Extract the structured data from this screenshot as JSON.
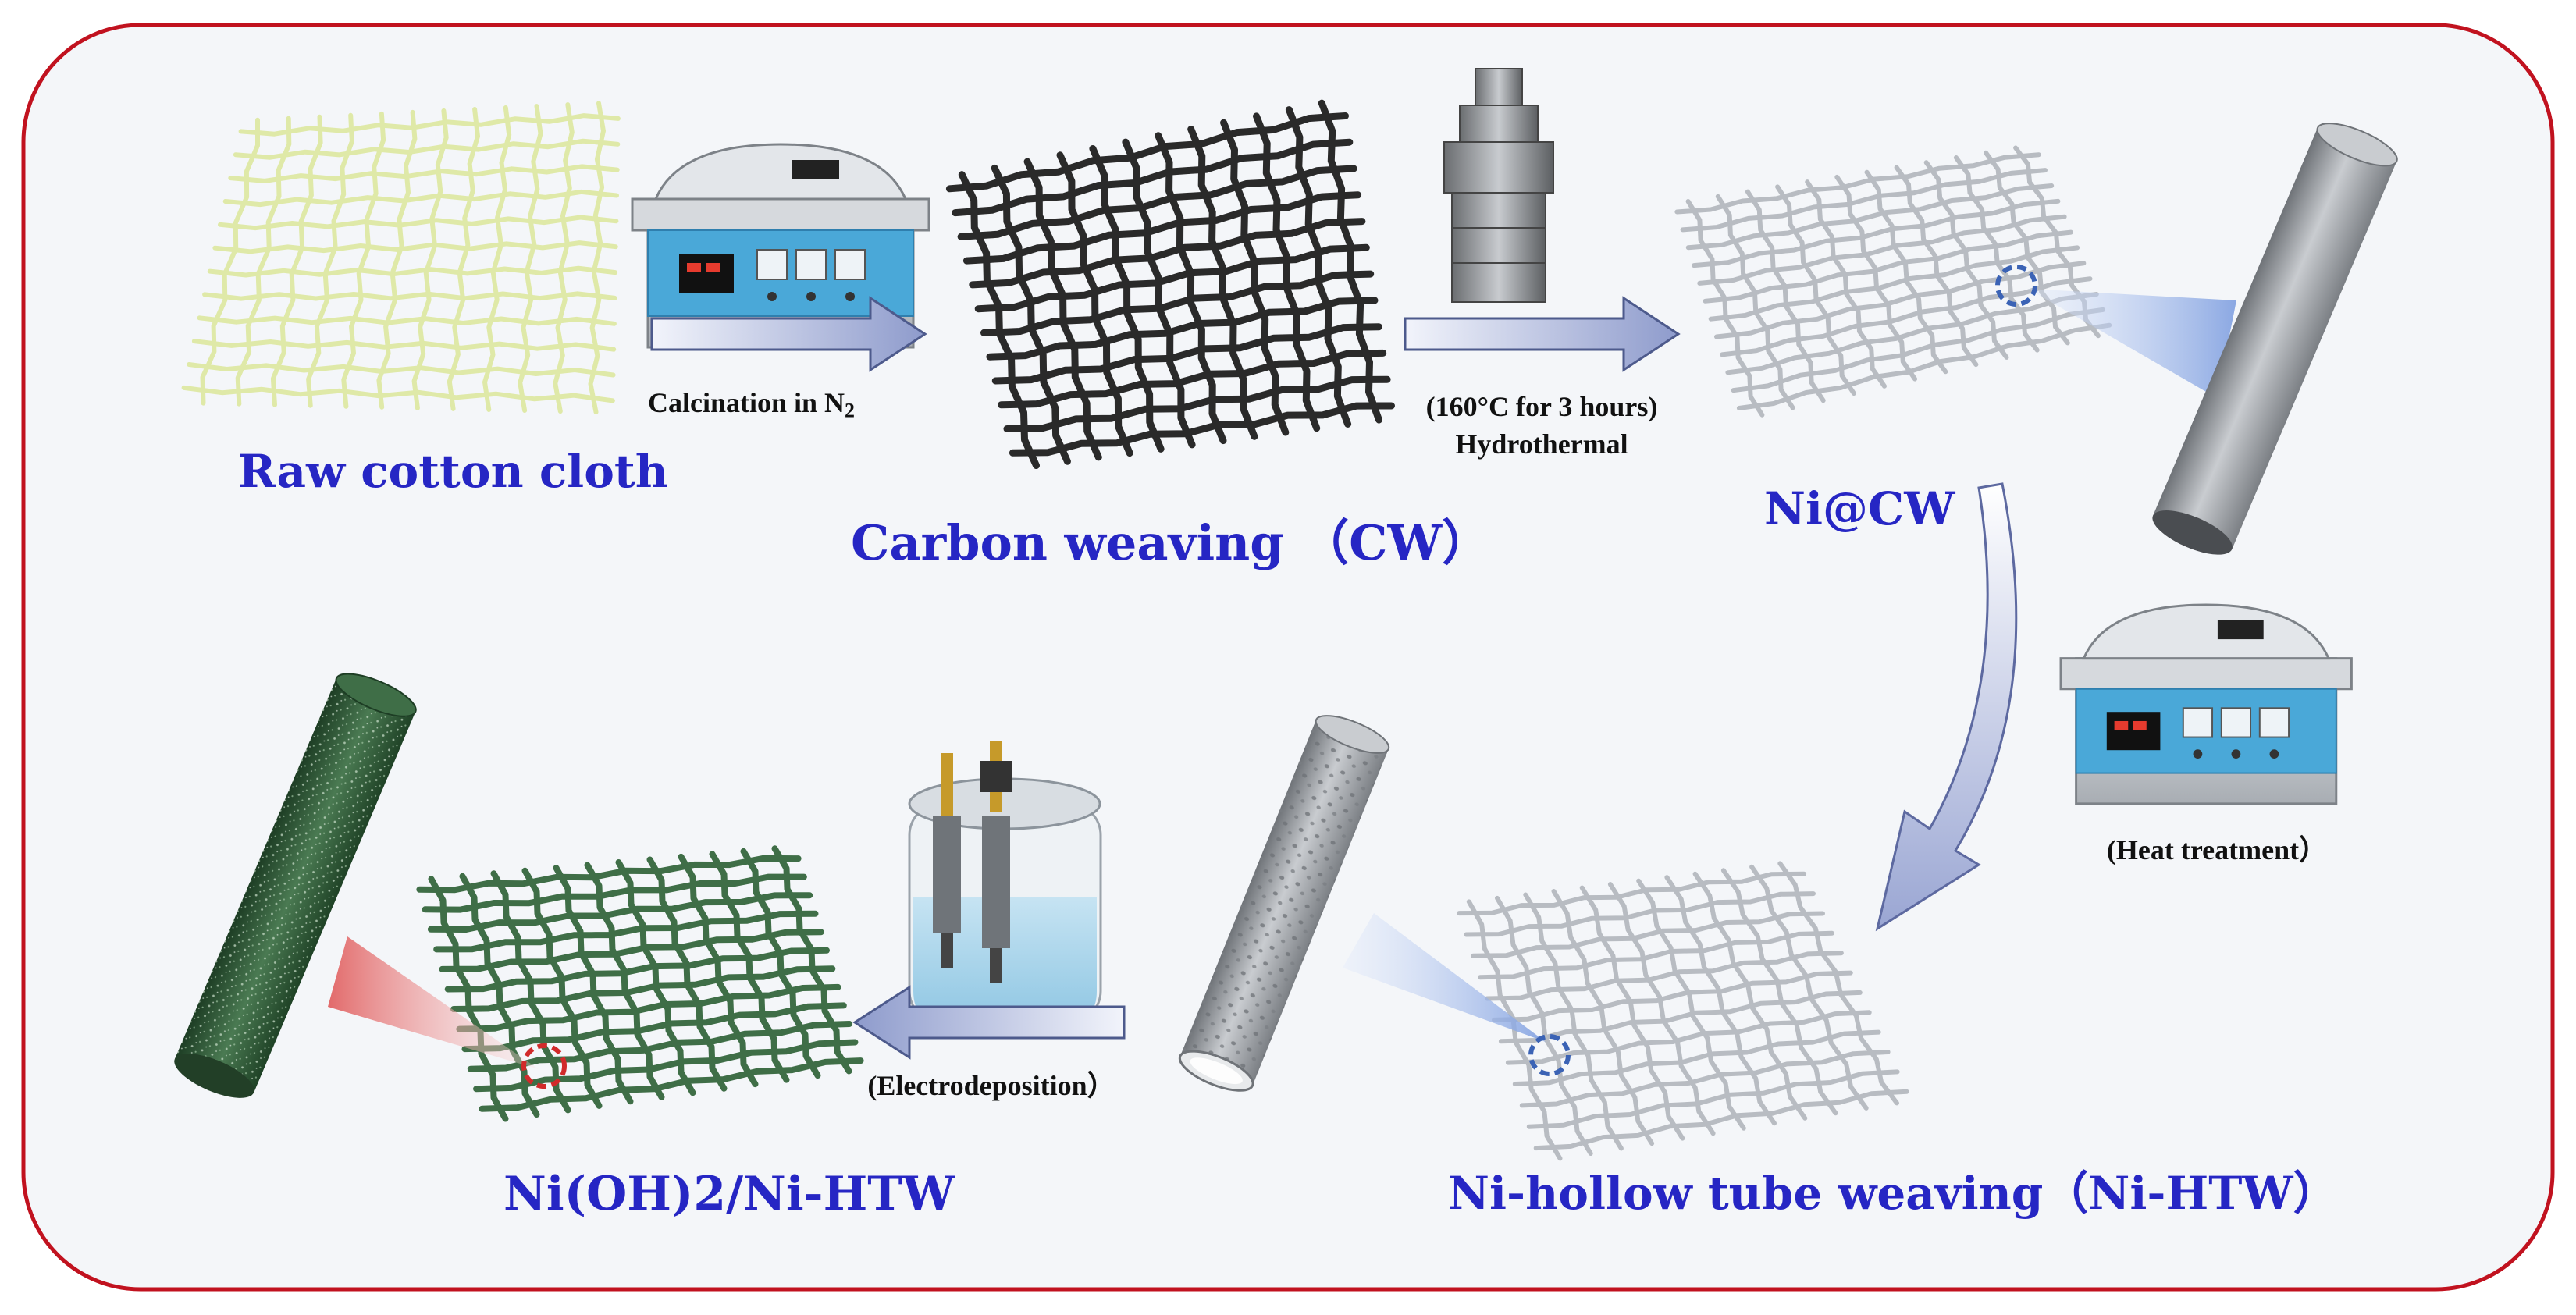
{
  "diagram": {
    "labels": {
      "raw_cotton": "Raw cotton cloth",
      "carbon_weaving": "Carbon weaving （CW）",
      "ni_cw": "Ni@CW",
      "ni_htw": "Ni-hollow tube weaving（Ni-HTW）",
      "ni_oh2_prefix": "Ni(OH)",
      "ni_oh2_sub": "2",
      "ni_oh2_suffix": "/Ni-HTW"
    },
    "steps": {
      "calcination_prefix": "Calcination in N",
      "calcination_sub": "2",
      "hydrothermal_line1": "(160°C for 3 hours)",
      "hydrothermal_line2": "Hydrothermal",
      "heat_treatment": "(Heat treatment）",
      "electrodeposition": "(Electrodeposition）"
    },
    "colors": {
      "frame_border": "#c1121f",
      "frame_fill": "#f4f6f9",
      "label_blue": "#2626c4",
      "raw_cloth": "#dfe9a8",
      "carbon_cloth": "#2a2a2a",
      "nickel_cloth": "#b8bcc2",
      "hydroxide_cloth": "#3f6e47",
      "arrow_fill": "#aab6db"
    }
  }
}
